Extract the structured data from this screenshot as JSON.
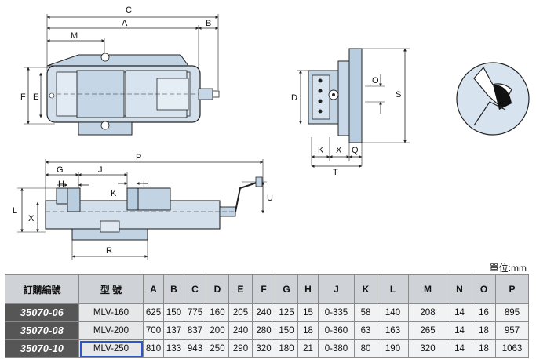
{
  "dims": {
    "C": "C",
    "A": "A",
    "B": "B",
    "M": "M",
    "F": "F",
    "E": "E",
    "D": "D",
    "O": "O",
    "S": "S",
    "K": "K",
    "X": "X",
    "Q": "Q",
    "T": "T",
    "P": "P",
    "G": "G",
    "J": "J",
    "H": "H",
    "U": "U",
    "L": "L",
    "R": "R"
  },
  "unit_label": "單位:mm",
  "table": {
    "headers": [
      "訂購編號",
      "型 號",
      "A",
      "B",
      "C",
      "D",
      "E",
      "F",
      "G",
      "H",
      "J",
      "K",
      "L",
      "M",
      "N",
      "O",
      "P"
    ],
    "rows": [
      {
        "code": "35070-06",
        "model": "MLV-160",
        "values": [
          "625",
          "150",
          "775",
          "160",
          "205",
          "240",
          "125",
          "15",
          "0-335",
          "58",
          "140",
          "208",
          "14",
          "16",
          "895"
        ]
      },
      {
        "code": "35070-08",
        "model": "MLV-200",
        "values": [
          "700",
          "137",
          "837",
          "200",
          "240",
          "280",
          "150",
          "18",
          "0-360",
          "63",
          "163",
          "265",
          "14",
          "18",
          "957"
        ]
      },
      {
        "code": "35070-10",
        "model": "MLV-250",
        "values": [
          "810",
          "133",
          "943",
          "250",
          "290",
          "320",
          "180",
          "21",
          "0-380",
          "80",
          "190",
          "320",
          "14",
          "18",
          "1063"
        ]
      }
    ],
    "selected_row": 2,
    "selected_column": "model"
  }
}
